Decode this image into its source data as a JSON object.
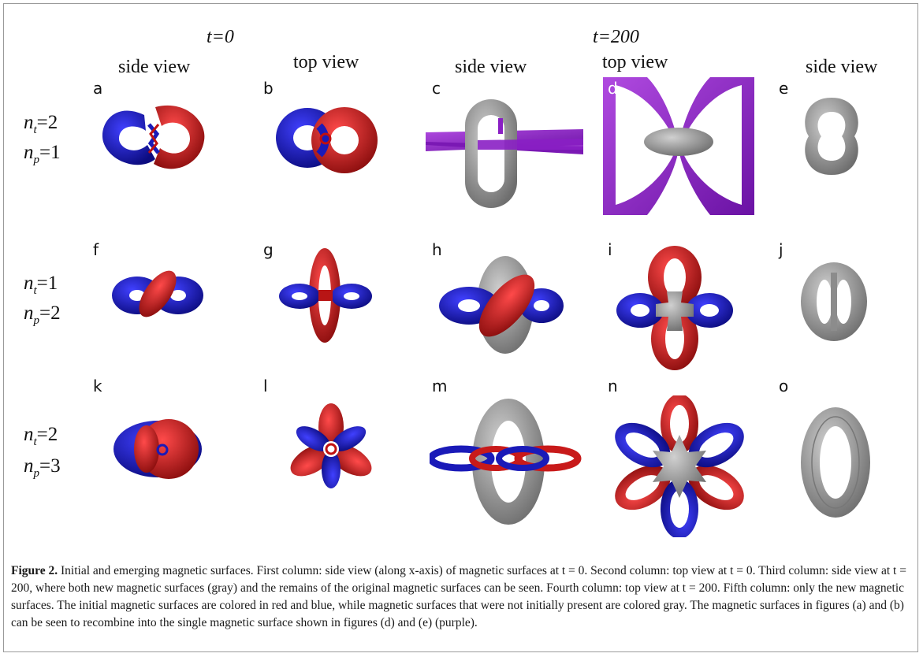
{
  "header": {
    "t0": "t=0",
    "t200": "t=200"
  },
  "views": [
    "side view",
    "top view",
    "side view",
    "top view",
    "side view"
  ],
  "rows": [
    {
      "labels": [
        "a",
        "b",
        "c",
        "d",
        "e"
      ],
      "nt": "n",
      "nt_sub": "t",
      "nt_val": "=2",
      "np": "n",
      "np_sub": "p",
      "np_val": "=1"
    },
    {
      "labels": [
        "f",
        "g",
        "h",
        "i",
        "j"
      ],
      "nt": "n",
      "nt_sub": "t",
      "nt_val": "=1",
      "np": "n",
      "np_sub": "p",
      "np_val": "=2"
    },
    {
      "labels": [
        "k",
        "l",
        "m",
        "n",
        "o"
      ],
      "nt": "n",
      "nt_sub": "t",
      "nt_val": "=2",
      "np": "n",
      "np_sub": "p",
      "np_val": "=3"
    }
  ],
  "colors": {
    "red": "#d42020",
    "blue": "#1a1ab8",
    "gray": "#9c9c9c",
    "purple": "#8a1fc4"
  },
  "caption": {
    "label": "Figure 2.",
    "text": " Initial and emerging magnetic surfaces. First column: side view (along x-axis) of magnetic surfaces at t = 0. Second column: top view at t = 0. Third column: side view at t = 200, where both new magnetic surfaces (gray) and the remains of the original magnetic surfaces can be seen. Fourth column: top view at t = 200. Fifth column: only the new magnetic surfaces. The initial magnetic surfaces are colored in red and blue, while magnetic surfaces that were not initially present are colored gray. The magnetic surfaces in figures (a) and (b) can be seen to recombine into the single magnetic surface shown in figures (d) and (e) (purple)."
  }
}
